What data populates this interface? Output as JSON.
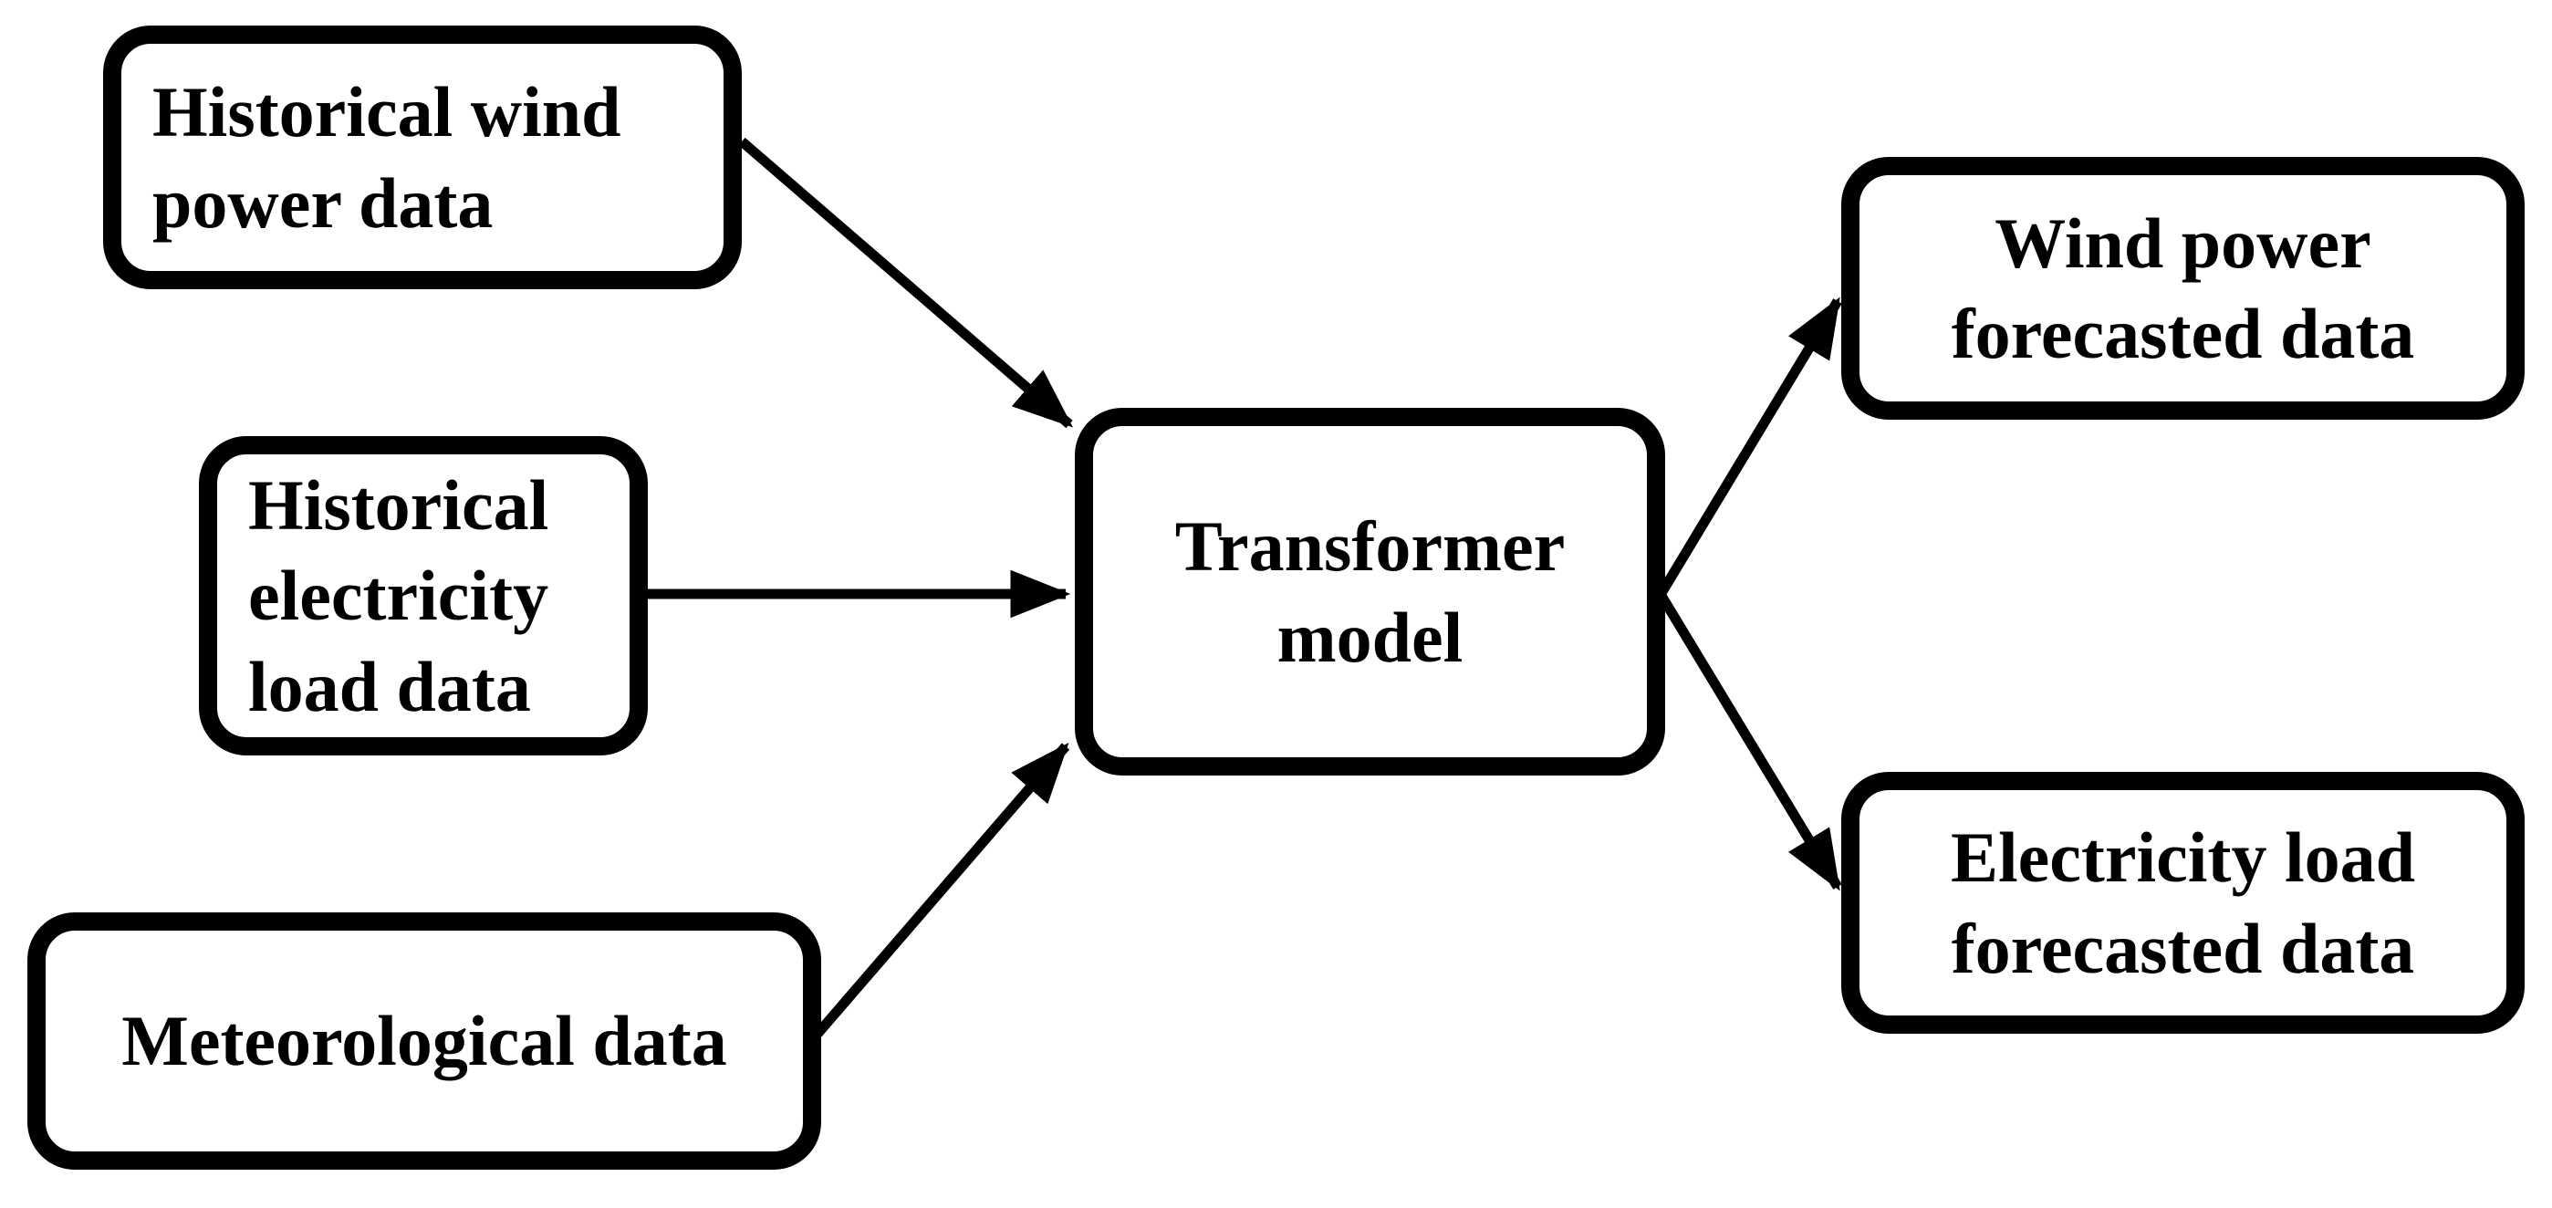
{
  "diagram": {
    "title": "Transformer model wind power and electricity load forecasting flow",
    "colors": {
      "background": "#ffffff",
      "line": "#000000",
      "text": "#000000",
      "node_fill": "#ffffff",
      "node_border": "#000000"
    },
    "nodes": {
      "historical_wind": {
        "label": "Historical wind\npower data",
        "role": "input"
      },
      "historical_load": {
        "label": "Historical\nelectricity\nload data",
        "role": "input"
      },
      "meteorological": {
        "label": "Meteorological data",
        "role": "input"
      },
      "transformer": {
        "label": "Transformer\nmodel",
        "role": "process"
      },
      "wind_forecast": {
        "label": "Wind power\nforecasted data",
        "role": "output"
      },
      "load_forecast": {
        "label": "Electricity load\nforecasted data",
        "role": "output"
      }
    },
    "edges": [
      {
        "from": "historical_wind",
        "to": "transformer"
      },
      {
        "from": "historical_load",
        "to": "transformer"
      },
      {
        "from": "meteorological",
        "to": "transformer"
      },
      {
        "from": "transformer",
        "to": "wind_forecast"
      },
      {
        "from": "transformer",
        "to": "load_forecast"
      }
    ]
  }
}
